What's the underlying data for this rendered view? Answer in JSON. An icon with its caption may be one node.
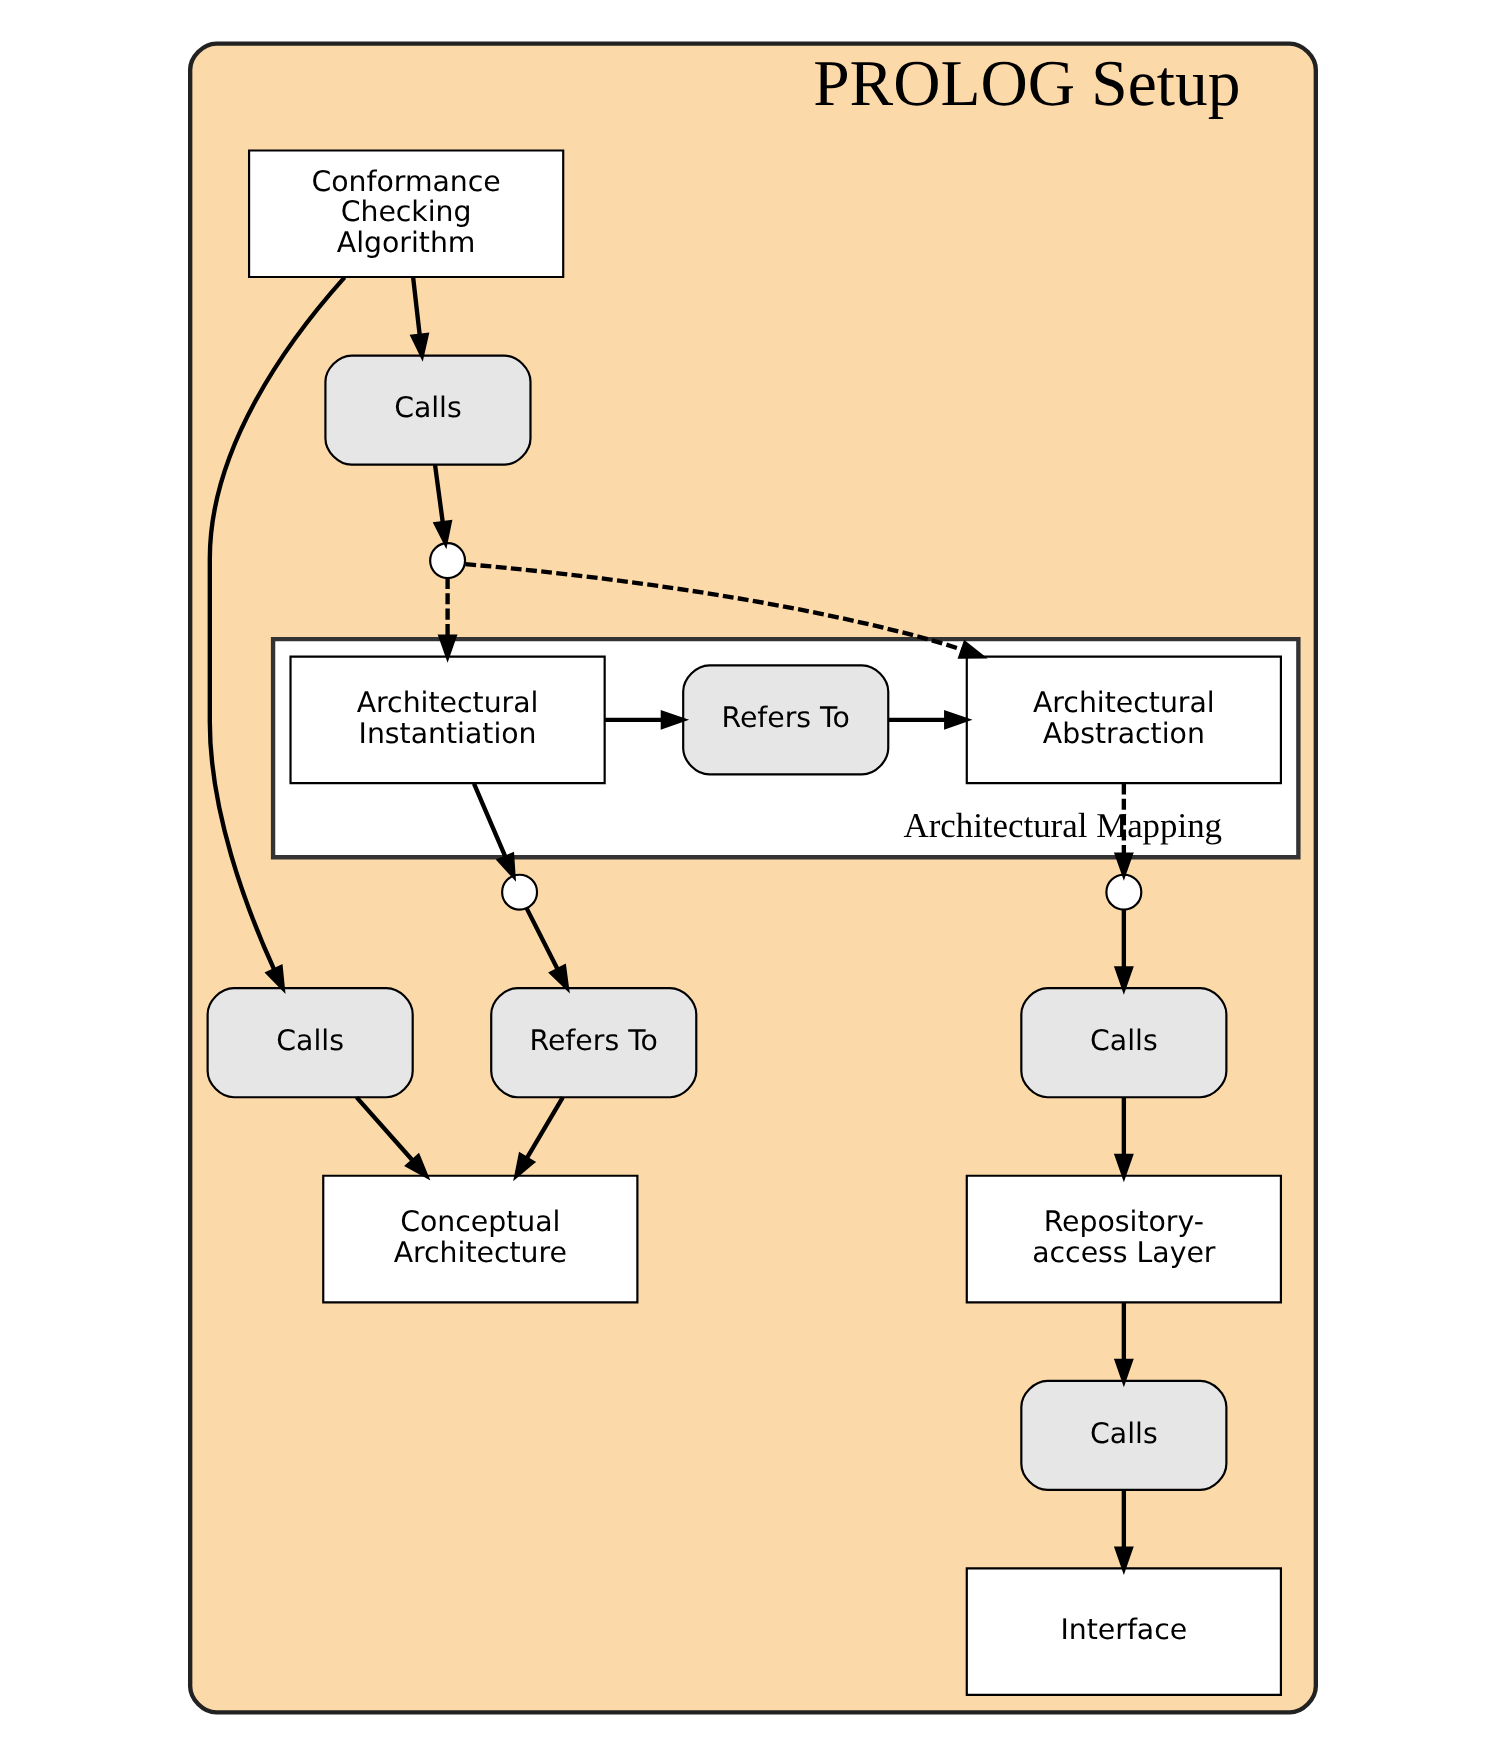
{
  "diagram": {
    "nodes": [
      {
        "text": [
          "PROLOG Setup"
        ]
      },
      {
        "text": [
          "Conformance Checking Algorithm"
        ],
        "in": 0
      },
      {
        "text": [
          "Calls"
        ],
        "in": 0
      },
      {
        "text": [
          "Conceptual Architecture"
        ],
        "in": 0
      },
      {
        "text": [
          "Calls"
        ],
        "in": 0
      },
      {
        "text": [
          "Refers To"
        ],
        "in": 0
      },
      {
        "text": [],
        "shape": "circle",
        "in": 0
      },
      {
        "text": [],
        "shape": "circle",
        "in": 0
      },
      {
        "text": [
          "Architectural Mapping"
        ],
        "in": 0
      },
      {
        "text": [
          "Architectural Abstraction"
        ],
        "in": 8
      },
      {
        "text": [
          "Refers To"
        ],
        "in": 8
      },
      {
        "text": [
          "Architectural Instantiation"
        ],
        "in": 8
      },
      {
        "text": [],
        "shape": "circle",
        "in": 0
      },
      {
        "text": [
          "Calls"
        ],
        "in": 0
      },
      {
        "text": [
          "Repository-access Layer"
        ],
        "in": 0
      },
      {
        "text": [
          "Calls"
        ],
        "in": 0
      },
      {
        "text": [
          "Interface"
        ],
        "in": 0
      }
    ],
    "edges": [
      {
        "from": 1,
        "to": 2,
        "arrow": "to"
      },
      {
        "from": 1,
        "to": 4,
        "arrow": "to"
      },
      {
        "from": 2,
        "to": 3,
        "arrow": "to"
      },
      {
        "from": 4,
        "to": 6,
        "arrow": "to"
      },
      {
        "from": 6,
        "to": 9,
        "arrow": "to",
        "style": "dashed"
      },
      {
        "from": 6,
        "to": 11,
        "arrow": "to",
        "style": "dashed"
      },
      {
        "from": 11,
        "to": 10,
        "arrow": "to"
      },
      {
        "from": 10,
        "to": 9,
        "arrow": "to"
      },
      {
        "from": 11,
        "to": 7,
        "arrow": "to"
      },
      {
        "from": 7,
        "to": 5,
        "arrow": "to"
      },
      {
        "from": 5,
        "to": 3,
        "arrow": "to"
      },
      {
        "from": 9,
        "to": 12,
        "arrow": "to",
        "style": "dashed"
      },
      {
        "from": 12,
        "to": 13,
        "arrow": "to"
      },
      {
        "from": 13,
        "to": 14,
        "arrow": "to"
      },
      {
        "from": 14,
        "to": 15,
        "arrow": "to"
      },
      {
        "from": 15,
        "to": 16,
        "arrow": "to"
      }
    ]
  }
}
